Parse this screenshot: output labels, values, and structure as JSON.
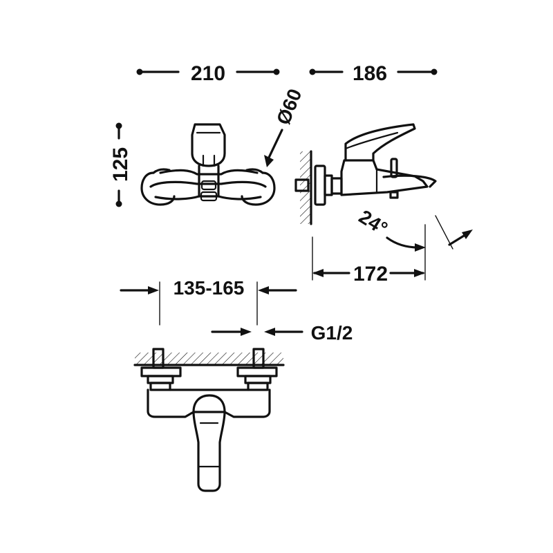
{
  "dimensions": {
    "front_width": "210",
    "side_depth": "186",
    "height": "125",
    "diameter": "Ø60",
    "wall_to_spout": "172",
    "angle": "24°",
    "centers": "135-165",
    "thread": "G1/2"
  }
}
